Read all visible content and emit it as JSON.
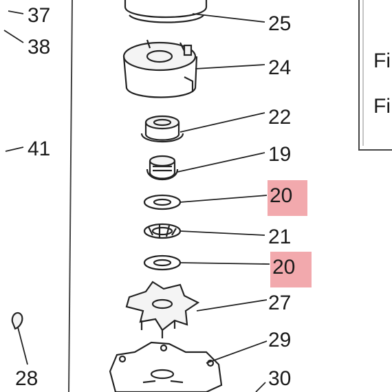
{
  "callouts": {
    "p37": "37",
    "p38": "38",
    "p41": "41",
    "p28": "28",
    "p25": "25",
    "p24": "24",
    "p22": "22",
    "p19": "19",
    "p20a": "20",
    "p21": "21",
    "p20b": "20",
    "p27": "27",
    "p29": "29",
    "p30": "30"
  },
  "right_panel": {
    "line1": "Fi",
    "line2": "Fi"
  },
  "highlight_color": "#f2a9ad"
}
